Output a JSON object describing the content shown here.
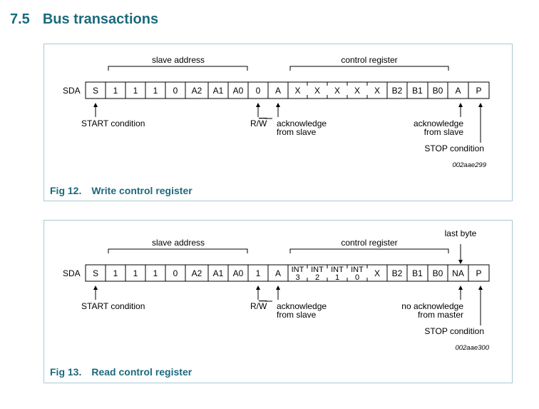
{
  "section": {
    "number": "7.5",
    "title": "Bus transactions"
  },
  "figures": [
    {
      "caption_num": "Fig 12.",
      "caption_title": "Write control register",
      "line_label": "SDA",
      "slave_address_label": "slave address",
      "control_register_label": "control register",
      "bits": [
        "S",
        "1",
        "1",
        "1",
        "0",
        "A2",
        "A1",
        "A0",
        "0",
        "A",
        "X",
        "X",
        "X",
        "X",
        "X",
        "B2",
        "B1",
        "B0",
        "A",
        "P"
      ],
      "rw_label": "R/W",
      "notes": {
        "start": "START condition",
        "ack_slave_1": "acknowledge",
        "ack_slave_2": "from slave",
        "ack_end_1": "acknowledge",
        "ack_end_2": "from slave",
        "stop": "STOP condition"
      },
      "code": "002aae299"
    },
    {
      "caption_num": "Fig 13.",
      "caption_title": "Read control register",
      "line_label": "SDA",
      "slave_address_label": "slave address",
      "control_register_label": "control register",
      "last_byte_label": "last byte",
      "bits": [
        "S",
        "1",
        "1",
        "1",
        "0",
        "A2",
        "A1",
        "A0",
        "1",
        "A",
        "INT 3",
        "INT 2",
        "INT 1",
        "INT 0",
        "X",
        "B2",
        "B1",
        "B0",
        "NA",
        "P"
      ],
      "rw_label": "R/W",
      "notes": {
        "start": "START condition",
        "ack_slave_1": "acknowledge",
        "ack_slave_2": "from slave",
        "ack_end_1": "no acknowledge",
        "ack_end_2": "from master",
        "stop": "STOP condition"
      },
      "code": "002aae300"
    }
  ]
}
